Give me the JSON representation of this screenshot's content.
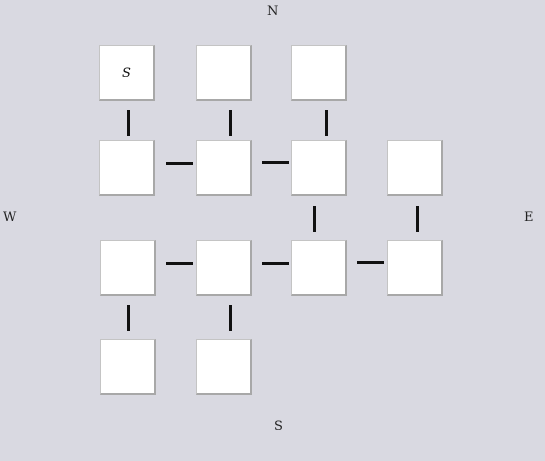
{
  "compass": {
    "north": "N",
    "south": "S",
    "west": "W",
    "east": "E"
  },
  "rooms": {
    "r0c0": {
      "label": "S"
    },
    "r0c1": {
      "label": ""
    },
    "r0c2": {
      "label": ""
    },
    "r1c0": {
      "label": ""
    },
    "r1c1": {
      "label": ""
    },
    "r1c2": {
      "label": ""
    },
    "r1c3": {
      "label": ""
    },
    "r2c0": {
      "label": ""
    },
    "r2c1": {
      "label": ""
    },
    "r2c2": {
      "label": ""
    },
    "r2c3": {
      "label": ""
    },
    "r3c0": {
      "label": ""
    },
    "r3c1": {
      "label": ""
    }
  }
}
